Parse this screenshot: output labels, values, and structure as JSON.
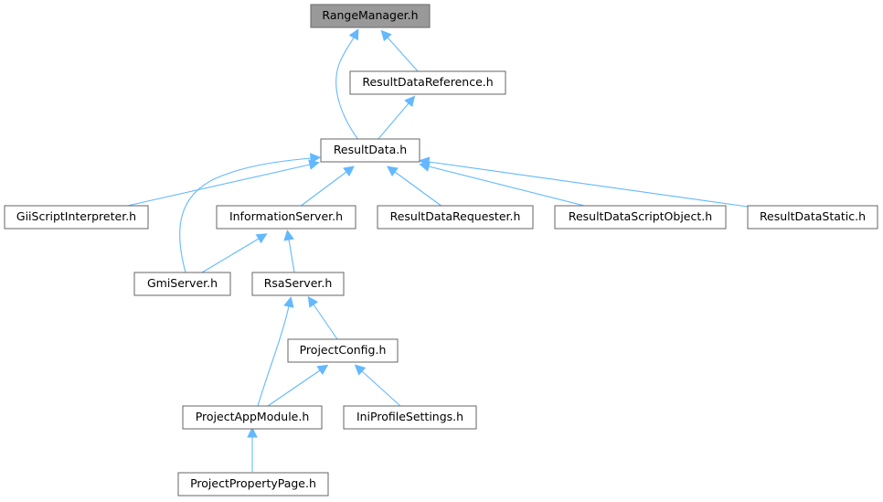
{
  "diagram": {
    "edge_color": "#63b8ff",
    "root_fill": "#999999",
    "node_border": "#666666",
    "nodes": [
      {
        "id": "range-manager",
        "label": "RangeManager.h",
        "root": true
      },
      {
        "id": "result-data-reference",
        "label": "ResultDataReference.h"
      },
      {
        "id": "result-data",
        "label": "ResultData.h"
      },
      {
        "id": "gii-script-interpreter",
        "label": "GiiScriptInterpreter.h"
      },
      {
        "id": "information-server",
        "label": "InformationServer.h"
      },
      {
        "id": "result-data-requester",
        "label": "ResultDataRequester.h"
      },
      {
        "id": "result-data-script-object",
        "label": "ResultDataScriptObject.h"
      },
      {
        "id": "result-data-static",
        "label": "ResultDataStatic.h"
      },
      {
        "id": "gmi-server",
        "label": "GmiServer.h"
      },
      {
        "id": "rsa-server",
        "label": "RsaServer.h"
      },
      {
        "id": "project-config",
        "label": "ProjectConfig.h"
      },
      {
        "id": "project-app-module",
        "label": "ProjectAppModule.h"
      },
      {
        "id": "ini-profile-settings",
        "label": "IniProfileSettings.h"
      },
      {
        "id": "project-property-page",
        "label": "ProjectPropertyPage.h"
      }
    ],
    "edges": [
      {
        "from": "result-data-reference",
        "to": "range-manager"
      },
      {
        "from": "result-data",
        "to": "range-manager"
      },
      {
        "from": "result-data",
        "to": "result-data-reference"
      },
      {
        "from": "gii-script-interpreter",
        "to": "result-data"
      },
      {
        "from": "information-server",
        "to": "result-data"
      },
      {
        "from": "result-data-requester",
        "to": "result-data"
      },
      {
        "from": "result-data-script-object",
        "to": "result-data"
      },
      {
        "from": "result-data-static",
        "to": "result-data"
      },
      {
        "from": "gmi-server",
        "to": "result-data"
      },
      {
        "from": "gmi-server",
        "to": "information-server"
      },
      {
        "from": "rsa-server",
        "to": "information-server"
      },
      {
        "from": "project-config",
        "to": "rsa-server"
      },
      {
        "from": "project-app-module",
        "to": "rsa-server"
      },
      {
        "from": "project-app-module",
        "to": "project-config"
      },
      {
        "from": "ini-profile-settings",
        "to": "project-config"
      },
      {
        "from": "project-property-page",
        "to": "project-app-module"
      }
    ]
  }
}
